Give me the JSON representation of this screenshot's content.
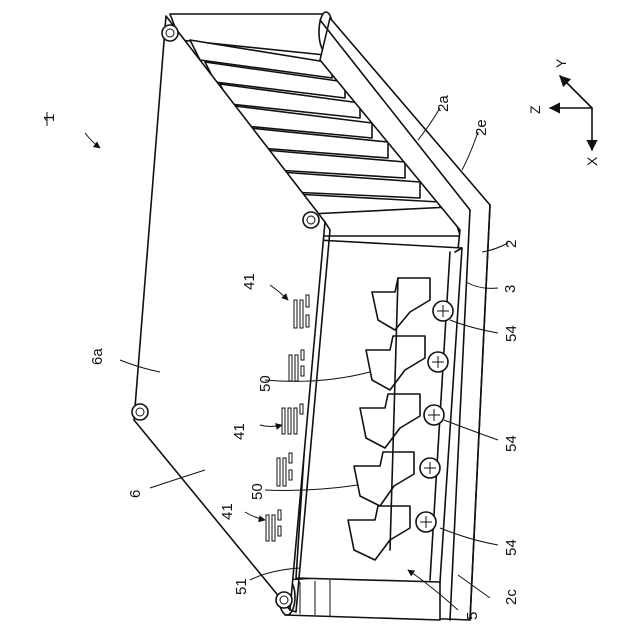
{
  "figure": {
    "labels": {
      "device": "1",
      "heatsink_surface": "2a",
      "heatsink_edge": "2e",
      "heatsink": "2",
      "board": "3",
      "cover_face": "6a",
      "cover": "6",
      "vent_group_top": "41",
      "vent_group_mid": "41",
      "vent_group_bottom": "41",
      "terminal_upper": "50",
      "terminal_lower": "50",
      "screw_top": "54",
      "screw_mid": "54",
      "screw_bottom": "54",
      "wall": "51",
      "connector": "5",
      "heatsink_base": "2c"
    },
    "axes": {
      "x": "X",
      "y": "Y",
      "z": "Z"
    }
  }
}
